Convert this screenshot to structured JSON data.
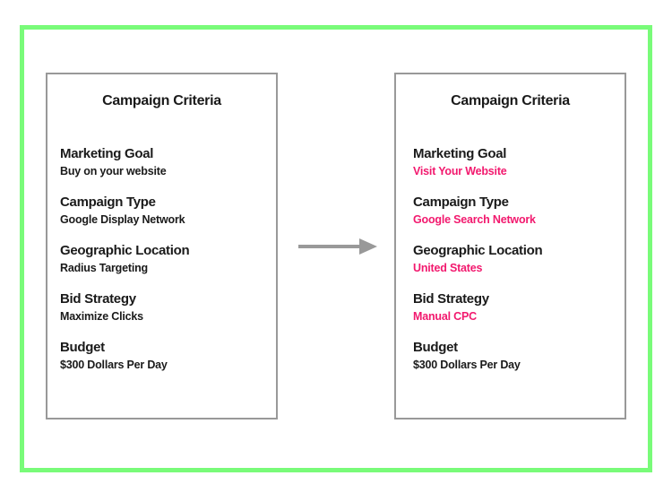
{
  "colors": {
    "frame": "#79fb79",
    "panel_border": "#999999",
    "arrow": "#999999",
    "highlight": "#f2196e",
    "text": "#1a1a1a"
  },
  "left_panel": {
    "title": "Campaign Criteria",
    "sections": [
      {
        "label": "Marketing Goal",
        "value": "Buy on your website",
        "highlight": false
      },
      {
        "label": "Campaign Type",
        "value": "Google Display Network",
        "highlight": false
      },
      {
        "label": "Geographic Location",
        "value": "Radius Targeting",
        "highlight": false
      },
      {
        "label": "Bid Strategy",
        "value": "Maximize Clicks",
        "highlight": false
      },
      {
        "label": "Budget",
        "value": "$300 Dollars Per Day",
        "highlight": false
      }
    ]
  },
  "right_panel": {
    "title": "Campaign Criteria",
    "sections": [
      {
        "label": "Marketing Goal",
        "value": "Visit Your Website",
        "highlight": true
      },
      {
        "label": "Campaign Type",
        "value": "Google Search Network",
        "highlight": true
      },
      {
        "label": "Geographic Location",
        "value": "United States",
        "highlight": true
      },
      {
        "label": "Bid Strategy",
        "value": "Manual CPC",
        "highlight": true
      },
      {
        "label": "Budget",
        "value": "$300 Dollars Per Day",
        "highlight": false
      }
    ]
  },
  "arrow": {
    "direction": "right"
  }
}
